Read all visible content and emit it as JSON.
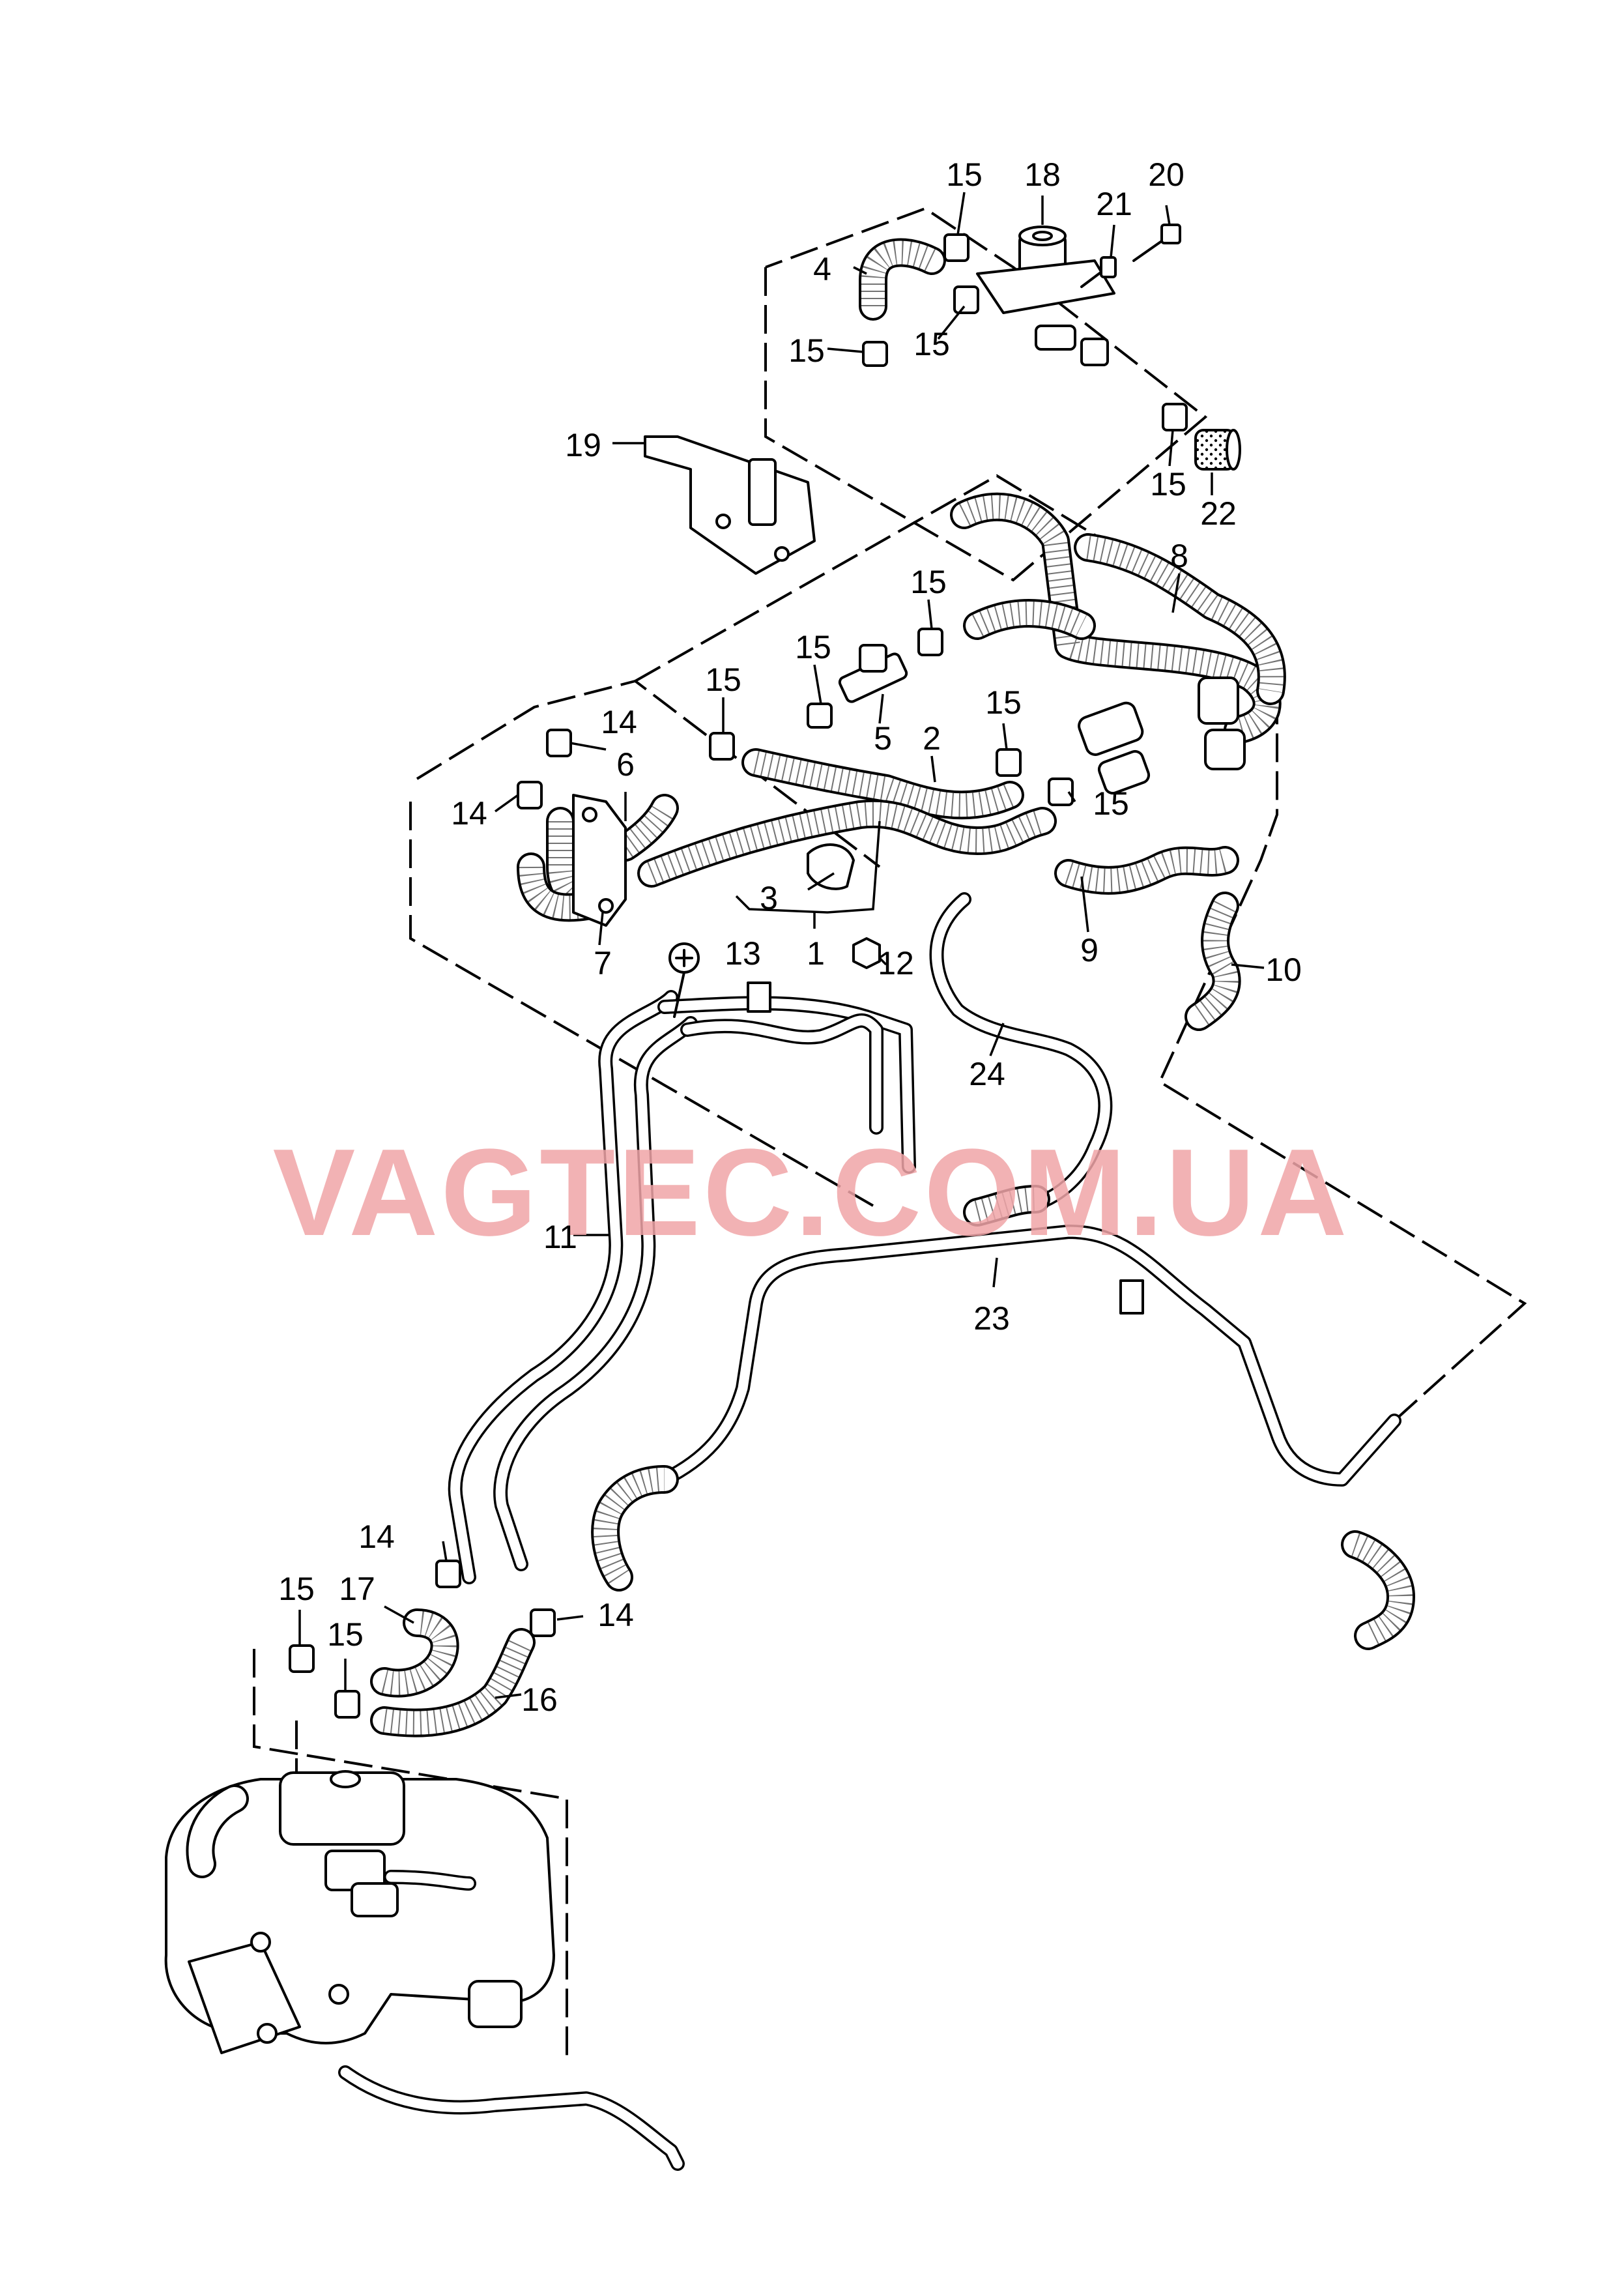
{
  "watermark": "VAGTEC.COM.UA",
  "watermark_color": "#f0a5a8",
  "labels": {
    "l1": "1",
    "l2": "2",
    "l3": "3",
    "l4": "4",
    "l5": "5",
    "l6": "6",
    "l7": "7",
    "l8": "8",
    "l9": "9",
    "l10": "10",
    "l11": "11",
    "l12": "12",
    "l13": "13",
    "l14a": "14",
    "l14b": "14",
    "l14c": "14",
    "l14d": "14",
    "l15a": "15",
    "l15b": "15",
    "l15c": "15",
    "l15d": "15",
    "l15e": "15",
    "l15f": "15",
    "l15g": "15",
    "l15h": "15",
    "l15i": "15",
    "l15j": "15",
    "l15k": "15",
    "l16": "16",
    "l17": "17",
    "l18": "18",
    "l19": "19",
    "l20": "20",
    "l21": "21",
    "l22": "22",
    "l23": "23",
    "l24": "24"
  }
}
